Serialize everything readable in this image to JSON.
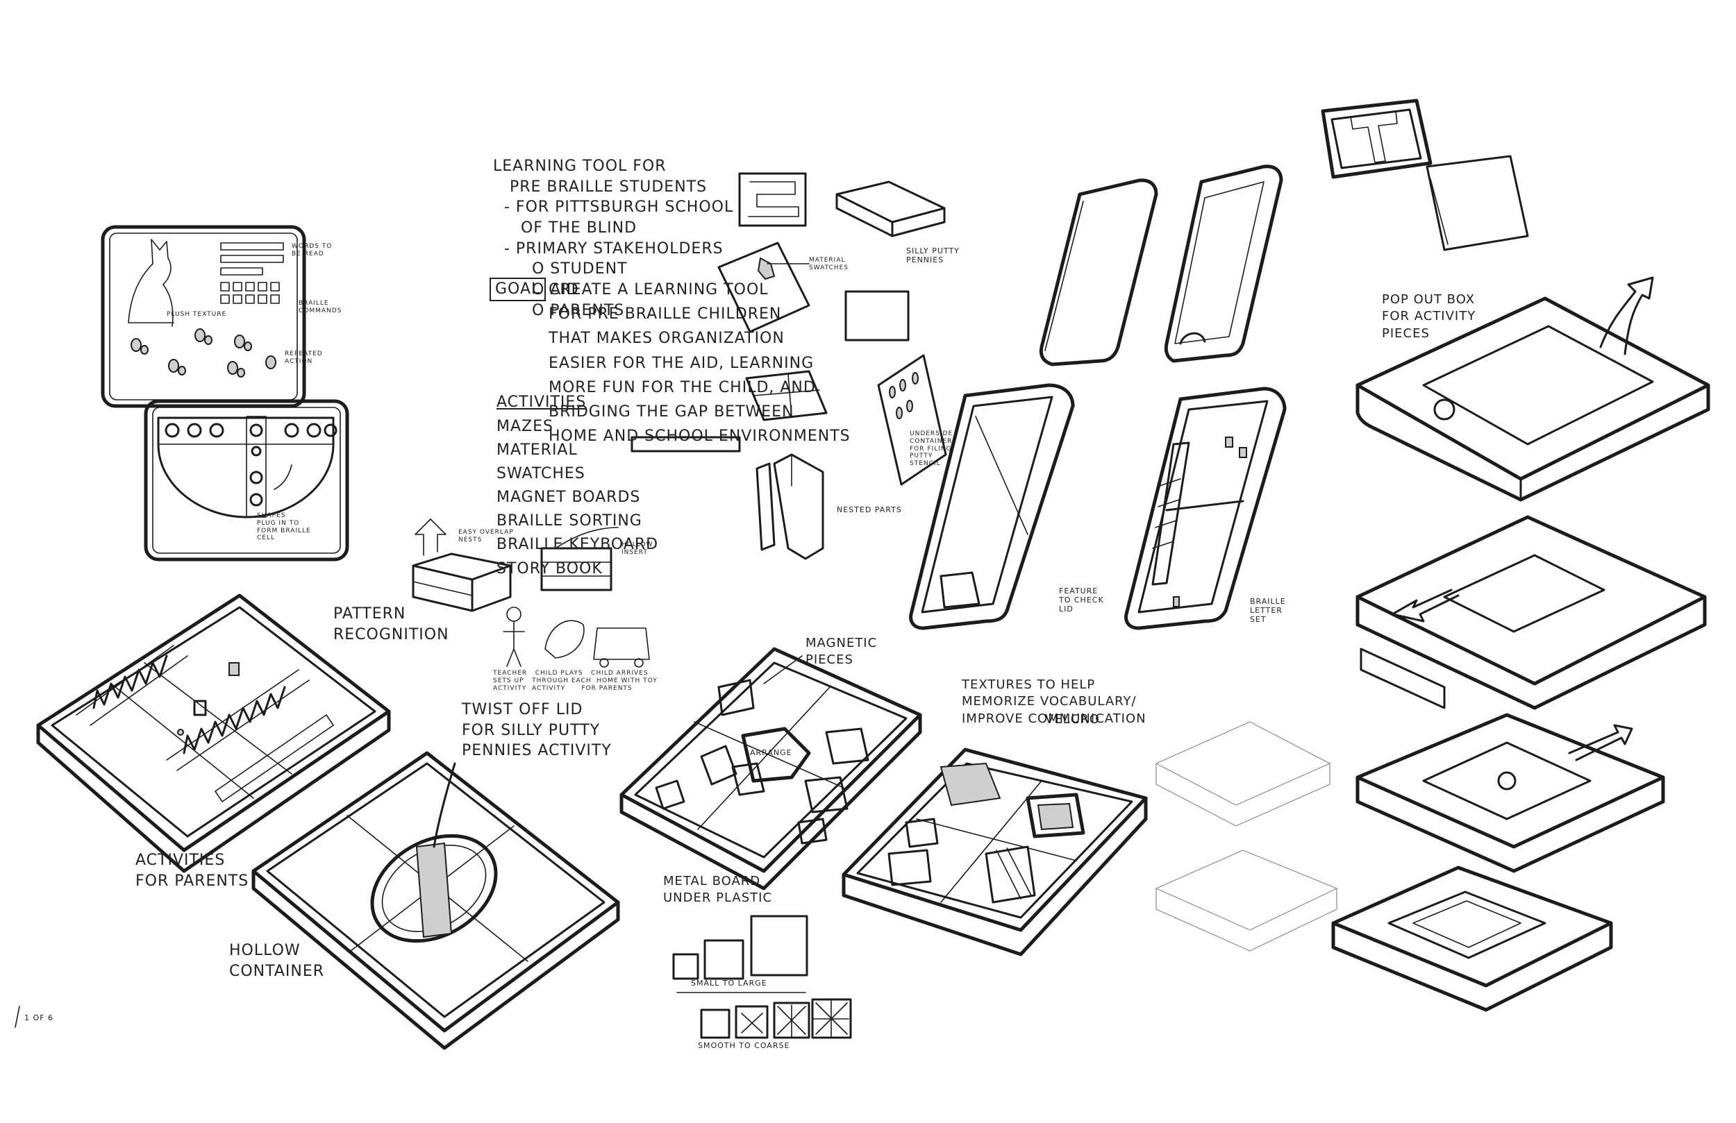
{
  "background": "#ffffff",
  "ink_color": "#1c1c1c",
  "notes": {
    "main_title": "Learning Tool For\n   Pre Braille Students\n  - For Pittsburgh School\n     of the Blind\n  - Primary Stakeholders\n       o Student\n       o Aid\n       o Parents",
    "goal_heading": "Goal",
    "goal_text": "Create a Learning Tool\nFor Pre Braille Children\nThat Makes Organization\nEasier For The Aid, Learning\nMore Fun For The Child, And\nBridging The Gap Between\nHome And School Environments",
    "activities_heading": "Activities",
    "activities_list": "Mazes\nMaterial\nSwatches\nMagnet Boards\nBraille Sorting\nBraille Keyboard\nStory Book",
    "words_to_be_read": "Words to\nBe Read",
    "braille_commands": "Braille\nCommands",
    "plush_texture": "Plush Texture",
    "repeated_action": "Repeated\nAction",
    "shapes_form_cell": "Shapes\nPlug In To\nForm Braille\nCell",
    "material_swatches": "Material\nSwatches",
    "silly_putty_pennies": "Silly Putty\nPennies",
    "underside_container": "Underside\nContainer\nFor Filing\nPutty\nStencil",
    "nested_parts": "Nested Parts",
    "easy_overlap": "Easy Overlap\nNests",
    "hollow_insert": "Hollow\nInsert",
    "stakeholder_caption": "Teacher   Child Plays   Child Arrives\nSets Up   Through Each  Home With Toy\nActivity  Activity      For Parents",
    "pattern_recognition": "Pattern\nRecognition",
    "activities_for_parents": "Activities\nFor Parents",
    "twist_off_lid": "Twist Off Lid\nFor Silly Putty\nPennies Activity",
    "hollow_container": "Hollow\nContainer",
    "magnetic_pieces": "Magnetic\nPieces",
    "arrange": "Arrange",
    "metal_board": "Metal Board\nUnder Plastic",
    "small_to_large": "Small To Large",
    "smooth_to_coarse": "Smooth To Coarse",
    "textures_note": "Textures To Help\nMemorize Vocabulary/\nImprove Communication",
    "velcro": "Velcro",
    "feature_for_lid": "Feature\nTo Check\nLid",
    "braille_letter_set": "Braille\nLetter\nSet",
    "pop_out_box": "Pop Out Box\nFor Activity\nPieces",
    "page_number": "1 of 6"
  }
}
